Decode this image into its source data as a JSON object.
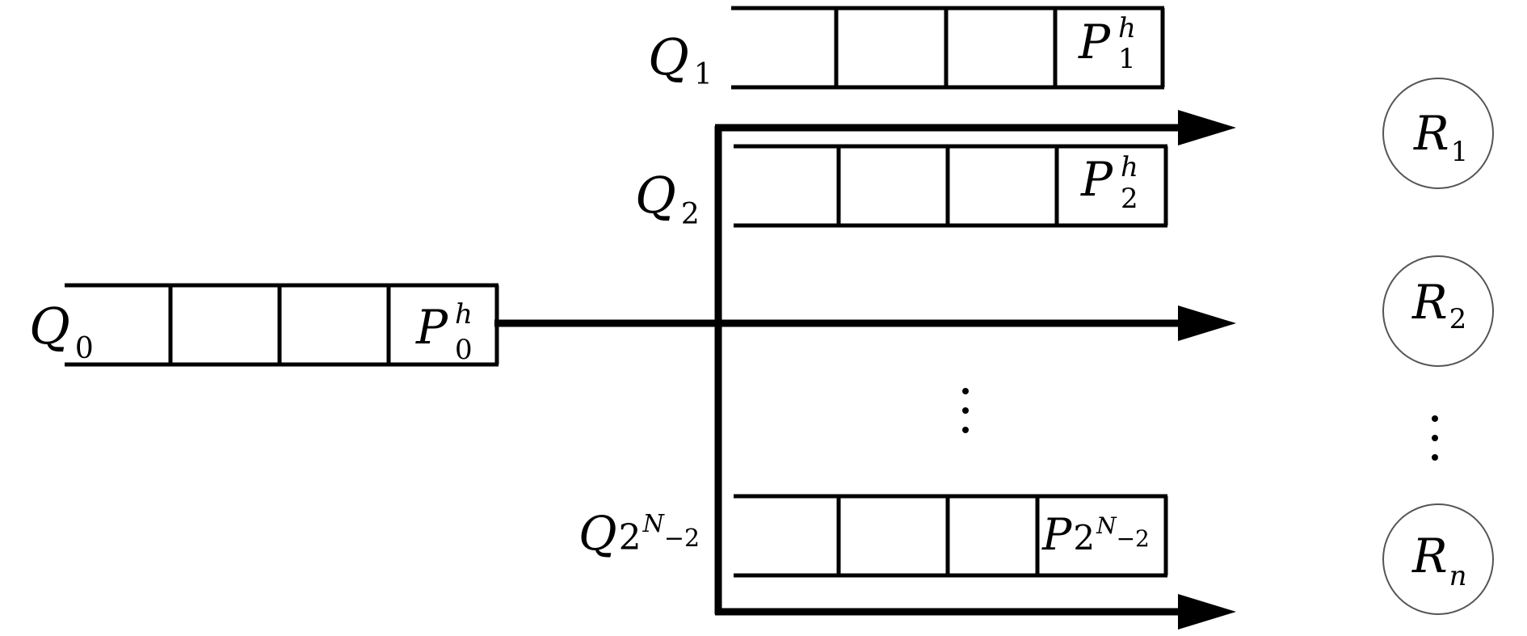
{
  "queues": {
    "q0": {
      "name": "Q",
      "sub": "0",
      "head": "P",
      "head_sup": "h",
      "head_sub": "0"
    },
    "q1": {
      "name": "Q",
      "sub": "1",
      "head": "P",
      "head_sup": "h",
      "head_sub": "1"
    },
    "q2": {
      "name": "Q",
      "sub": "2",
      "head": "P",
      "head_sup": "h",
      "head_sub": "2"
    },
    "qlast": {
      "name": "Q",
      "base": "2",
      "exp": "N",
      "exp_tail": "−2",
      "head": "P",
      "head_base": "2",
      "head_exp": "N",
      "head_exp_tail": "−2"
    }
  },
  "nodes": {
    "r1": {
      "name": "R",
      "sub": "1"
    },
    "r2": {
      "name": "R",
      "sub": "2"
    },
    "rn": {
      "name": "R",
      "sub": "n"
    }
  },
  "ellipsis": {
    "queues": "⋮",
    "nodes": "⋮"
  }
}
